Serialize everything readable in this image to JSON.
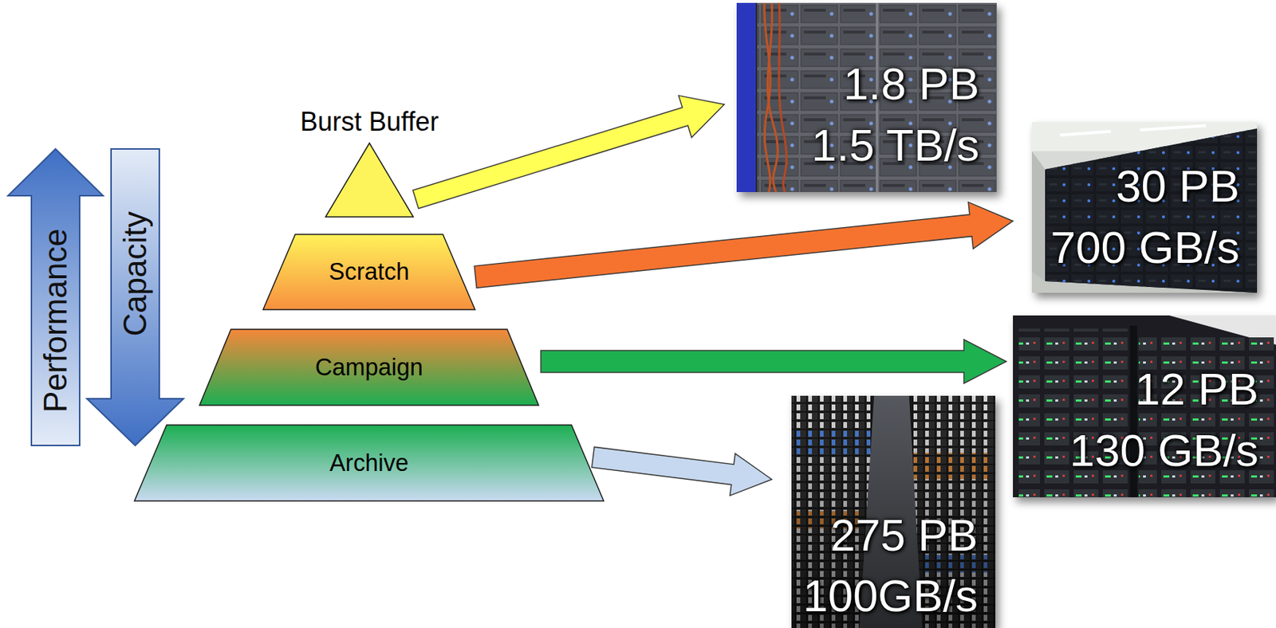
{
  "diagram": {
    "nodes": [
      {
        "text": [
          "Performance"
        ]
      },
      {
        "text": [
          "Capacity"
        ]
      },
      {
        "text": [
          "Burst Buffer"
        ]
      },
      {
        "text": [
          "Scratch"
        ]
      },
      {
        "text": [
          "Campaign"
        ]
      },
      {
        "text": [
          "Archive"
        ]
      },
      {
        "text": [
          "1.8 PB",
          "1.5 TB/s"
        ]
      },
      {
        "text": [
          "30 PB",
          "700 GB/s"
        ]
      },
      {
        "text": [
          "12 PB",
          "130 GB/s"
        ]
      },
      {
        "text": [
          "275 PB",
          "100GB/s"
        ]
      }
    ],
    "edges": [
      {
        "from": 2,
        "to": 6,
        "arrow": "to"
      },
      {
        "from": 3,
        "to": 7,
        "arrow": "to"
      },
      {
        "from": 4,
        "to": 8,
        "arrow": "to"
      },
      {
        "from": 5,
        "to": 9,
        "arrow": "to"
      }
    ]
  }
}
